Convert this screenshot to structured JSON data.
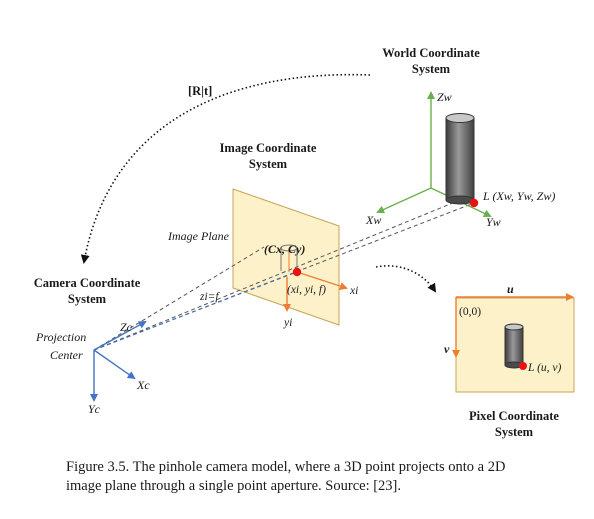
{
  "labels": {
    "world_title_1": "World Coordinate",
    "world_title_2": "System",
    "rotation_label": "[R|t]",
    "image_title_1": "Image Coordinate",
    "image_title_2": "System",
    "image_plane": "Image Plane",
    "principal_point": "(Cx, Cy)",
    "image_point": "(xi, yi, f)",
    "xi_axis": "xi",
    "yi_axis": "yi",
    "focal": "zi=f",
    "camera_title_1": "Camera Coordinate",
    "camera_title_2": "System",
    "projection_1": "Projection",
    "projection_2": "Center",
    "zc_axis": "Zc",
    "xc_axis": "Xc",
    "yc_axis": "Yc",
    "zw_axis": "Zw",
    "xw_axis": "Xw",
    "yw_axis": "Yw",
    "world_point": "L (Xw, Yw, Zw)",
    "u_axis": "u",
    "v_axis": "v",
    "pixel_origin": "(0,0)",
    "pixel_point": "L (u, v)",
    "pixel_title_1": "Pixel Coordinate",
    "pixel_title_2": "System"
  },
  "caption": {
    "line1": "Figure 3.5. The pinhole camera model, where a 3D point projects onto a 2D",
    "line2": "image plane through a single point aperture. Source: [23]."
  },
  "colors": {
    "green_axis": "#6ab04c",
    "blue_axis": "#4472c4",
    "orange_axis": "#ed7d31",
    "point": "#ee1111",
    "plane_fill": "#fdf1c9",
    "plane_stroke": "#c9a45a"
  }
}
